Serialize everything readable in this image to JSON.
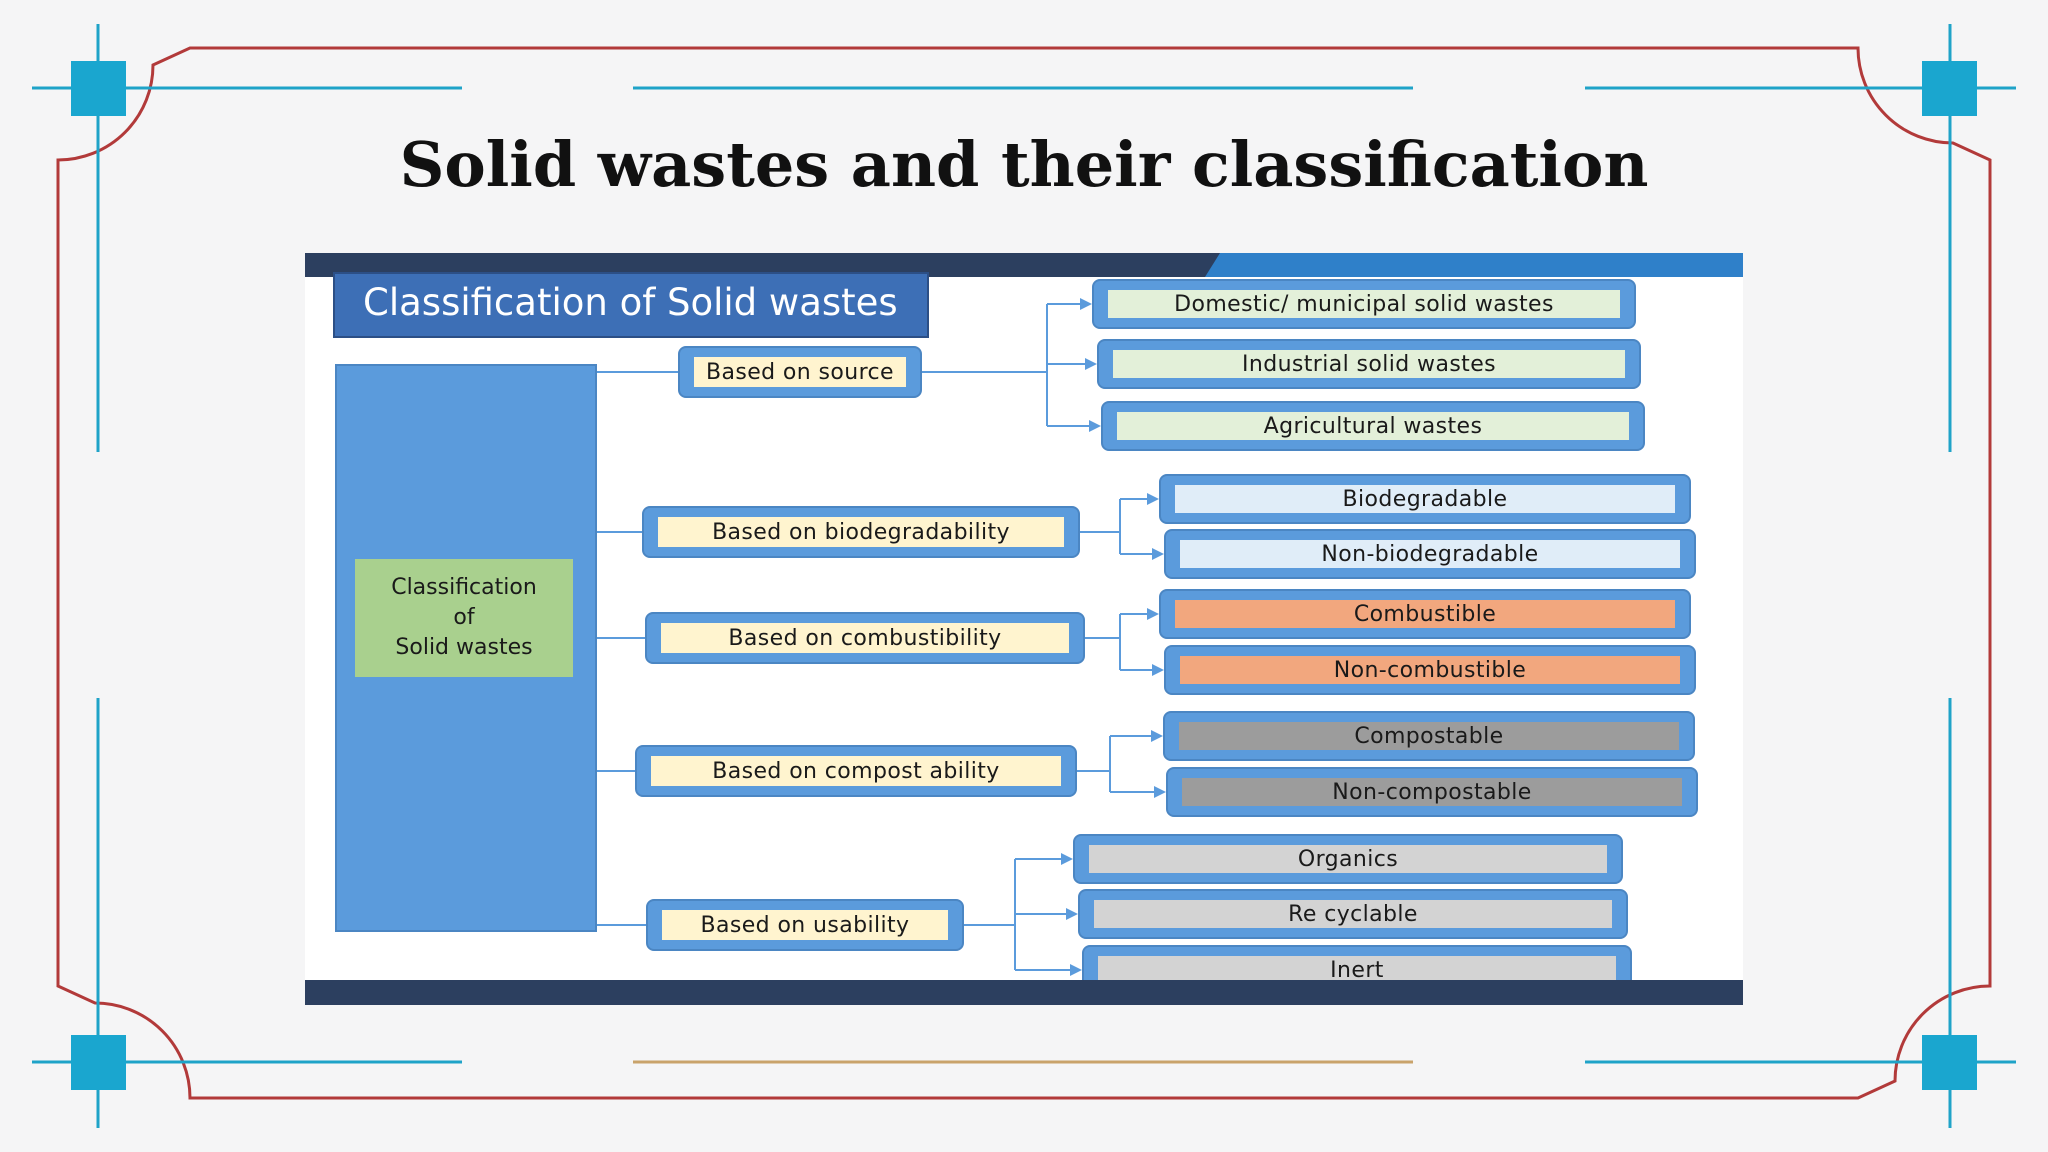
{
  "slide": {
    "title": "Solid wastes and their classification"
  },
  "theme": {
    "frame_red": "#b23a3a",
    "frame_teal": "#1fa3c8",
    "square_teal": "#1aa6cf",
    "bottom_rule_gold": "#c9a36b",
    "header_navy": "#2c3f5f",
    "header_blue": "#3d6fb6",
    "node_blue": "#5b9bdc",
    "root_green": "#a9d08e"
  },
  "diagram": {
    "heading": "Classification of Solid wastes",
    "root": {
      "line1": "Classification",
      "line2": "of",
      "line3": "Solid wastes"
    },
    "categories": [
      {
        "label": "Based on source",
        "leaves": [
          "Domestic/ municipal solid wastes",
          "Industrial solid wastes",
          "Agricultural wastes"
        ]
      },
      {
        "label": "Based on biodegradability",
        "leaves": [
          "Biodegradable",
          "Non-biodegradable"
        ]
      },
      {
        "label": "Based on combustibility",
        "leaves": [
          "Combustible",
          "Non-combustible"
        ]
      },
      {
        "label": "Based on compost ability",
        "leaves": [
          "Compostable",
          "Non-compostable"
        ]
      },
      {
        "label": "Based on usability",
        "leaves": [
          "Organics",
          "Re cyclable",
          "Inert"
        ]
      }
    ]
  }
}
